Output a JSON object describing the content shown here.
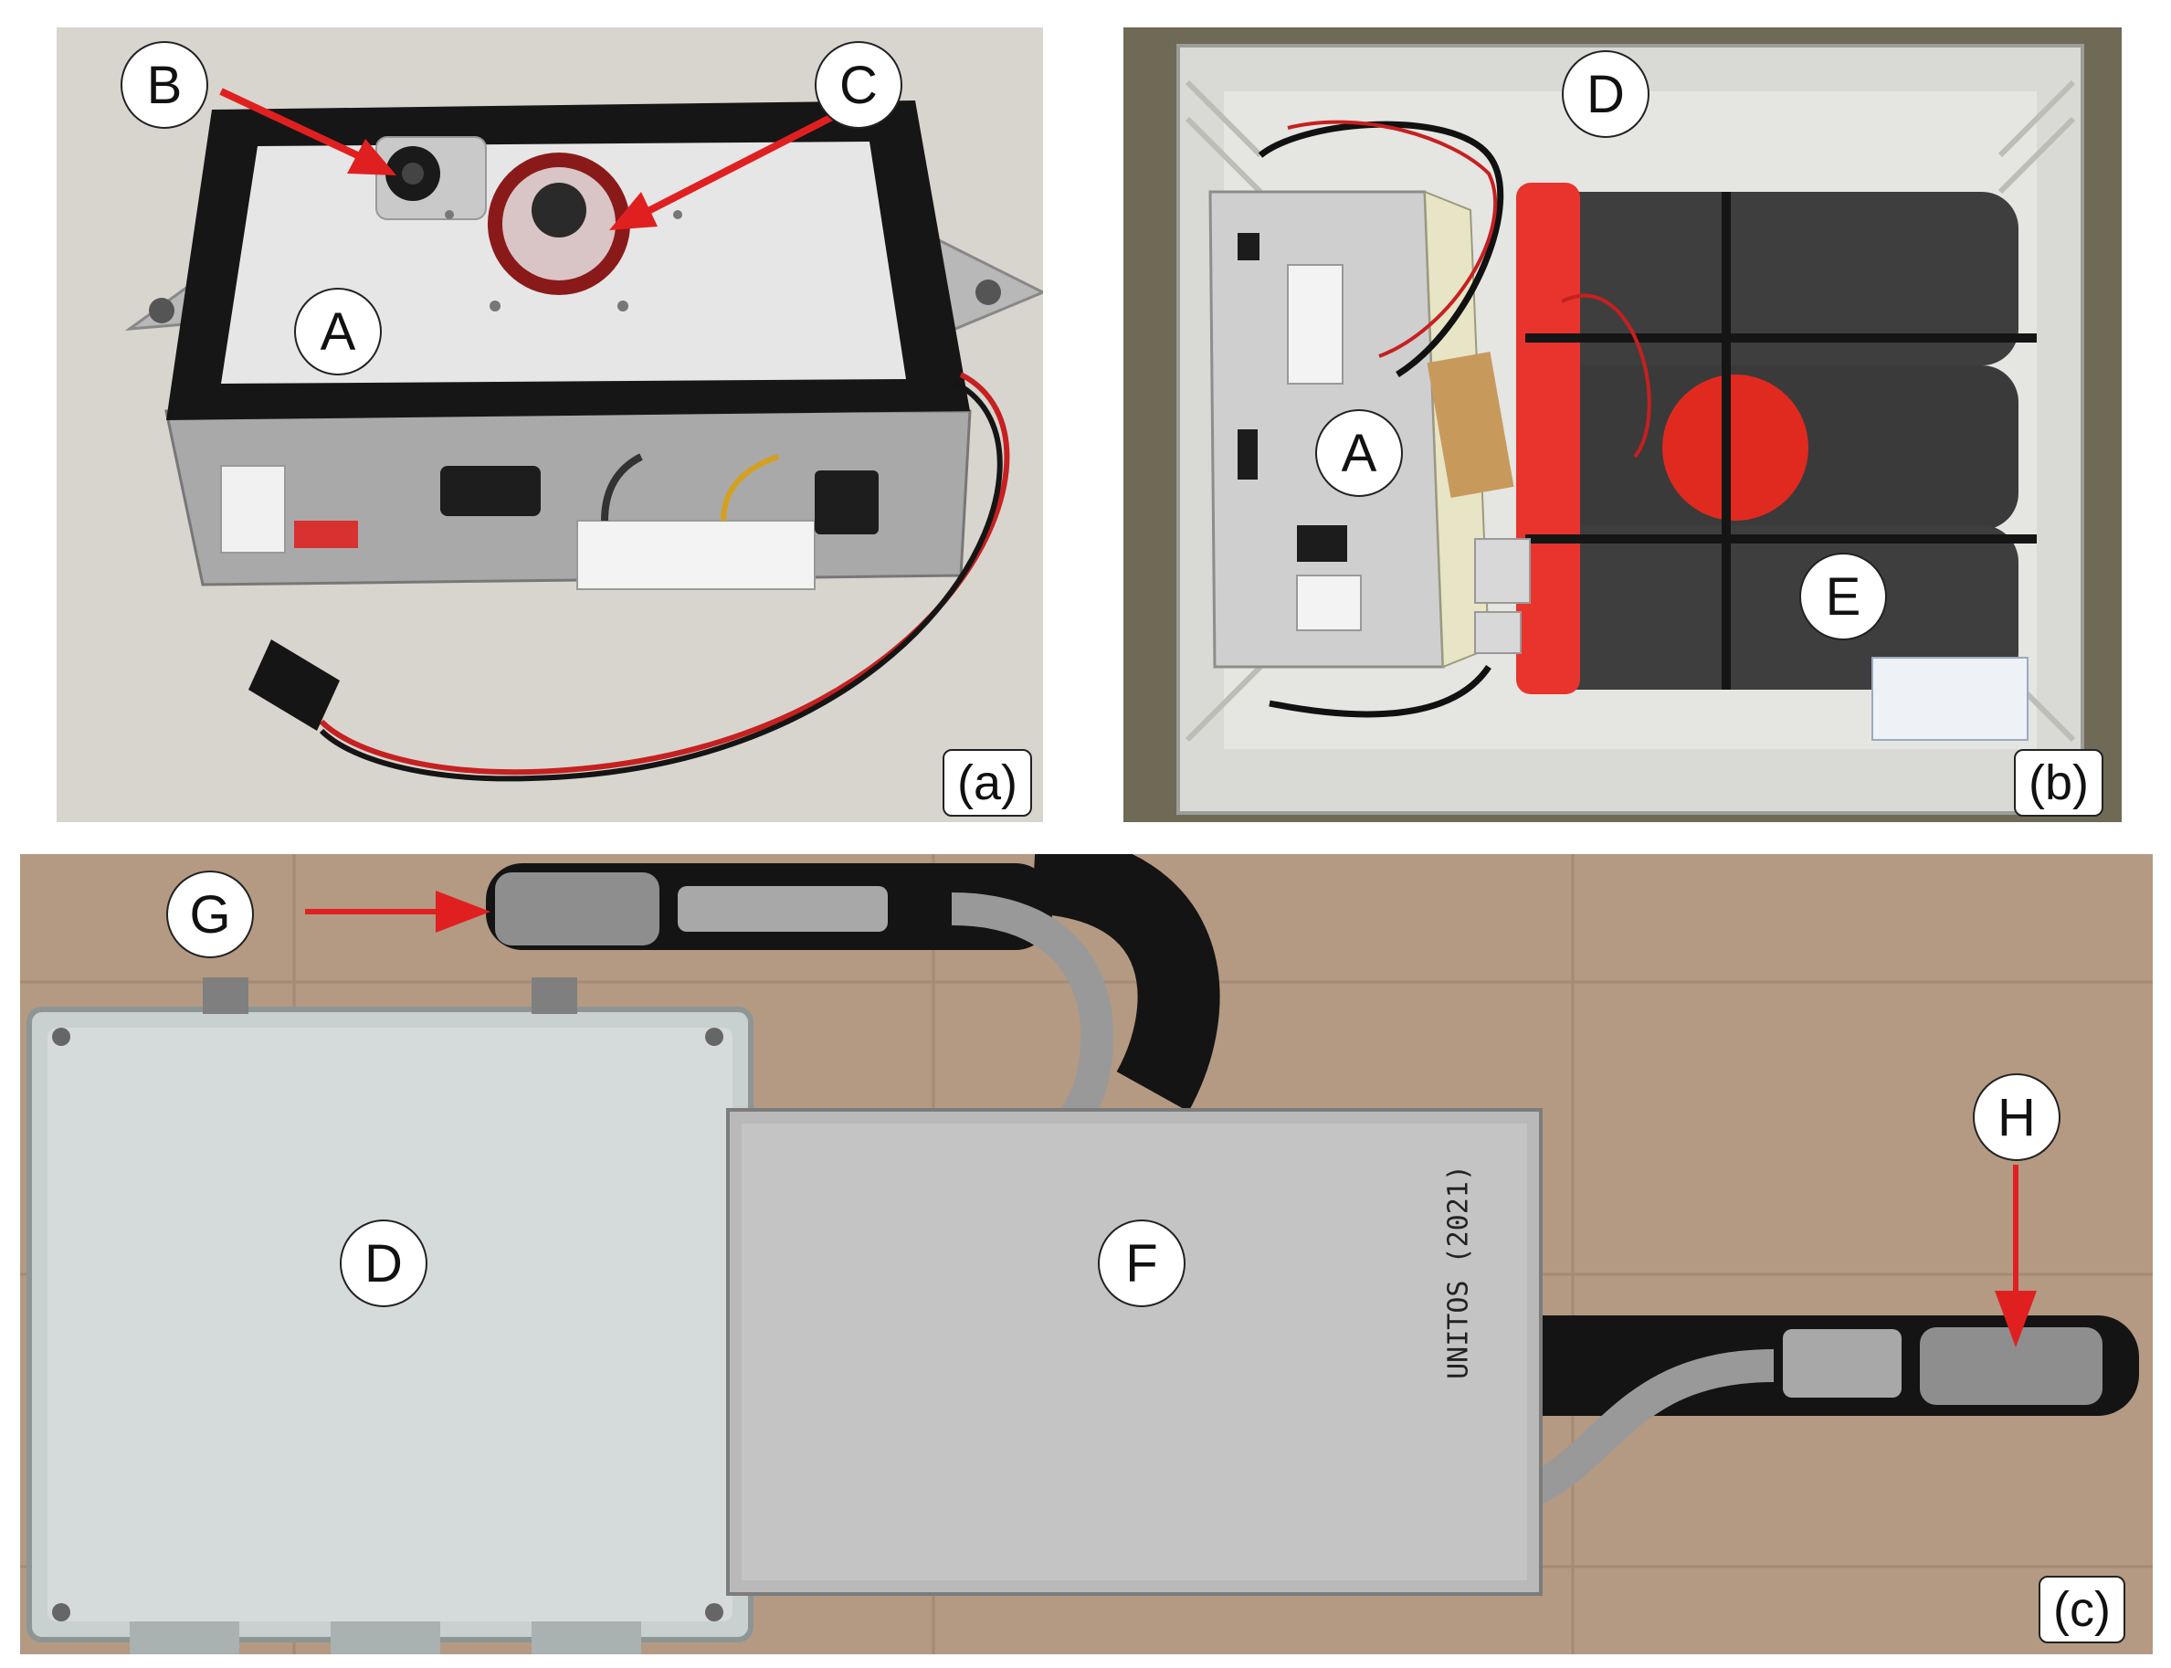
{
  "panels": {
    "a": {
      "tag": "(a)"
    },
    "b": {
      "tag": "(b)"
    },
    "c": {
      "tag": "(c)"
    }
  },
  "labels": {
    "a_B": "B",
    "a_C": "C",
    "a_A": "A",
    "b_D": "D",
    "b_A": "A",
    "b_E": "E",
    "c_G": "G",
    "c_D": "D",
    "c_F": "F",
    "c_H": "H"
  },
  "handwriting": "UNITOS (2021)",
  "colors": {
    "arrow": "#e02020",
    "battery_red": "#e8342c"
  }
}
